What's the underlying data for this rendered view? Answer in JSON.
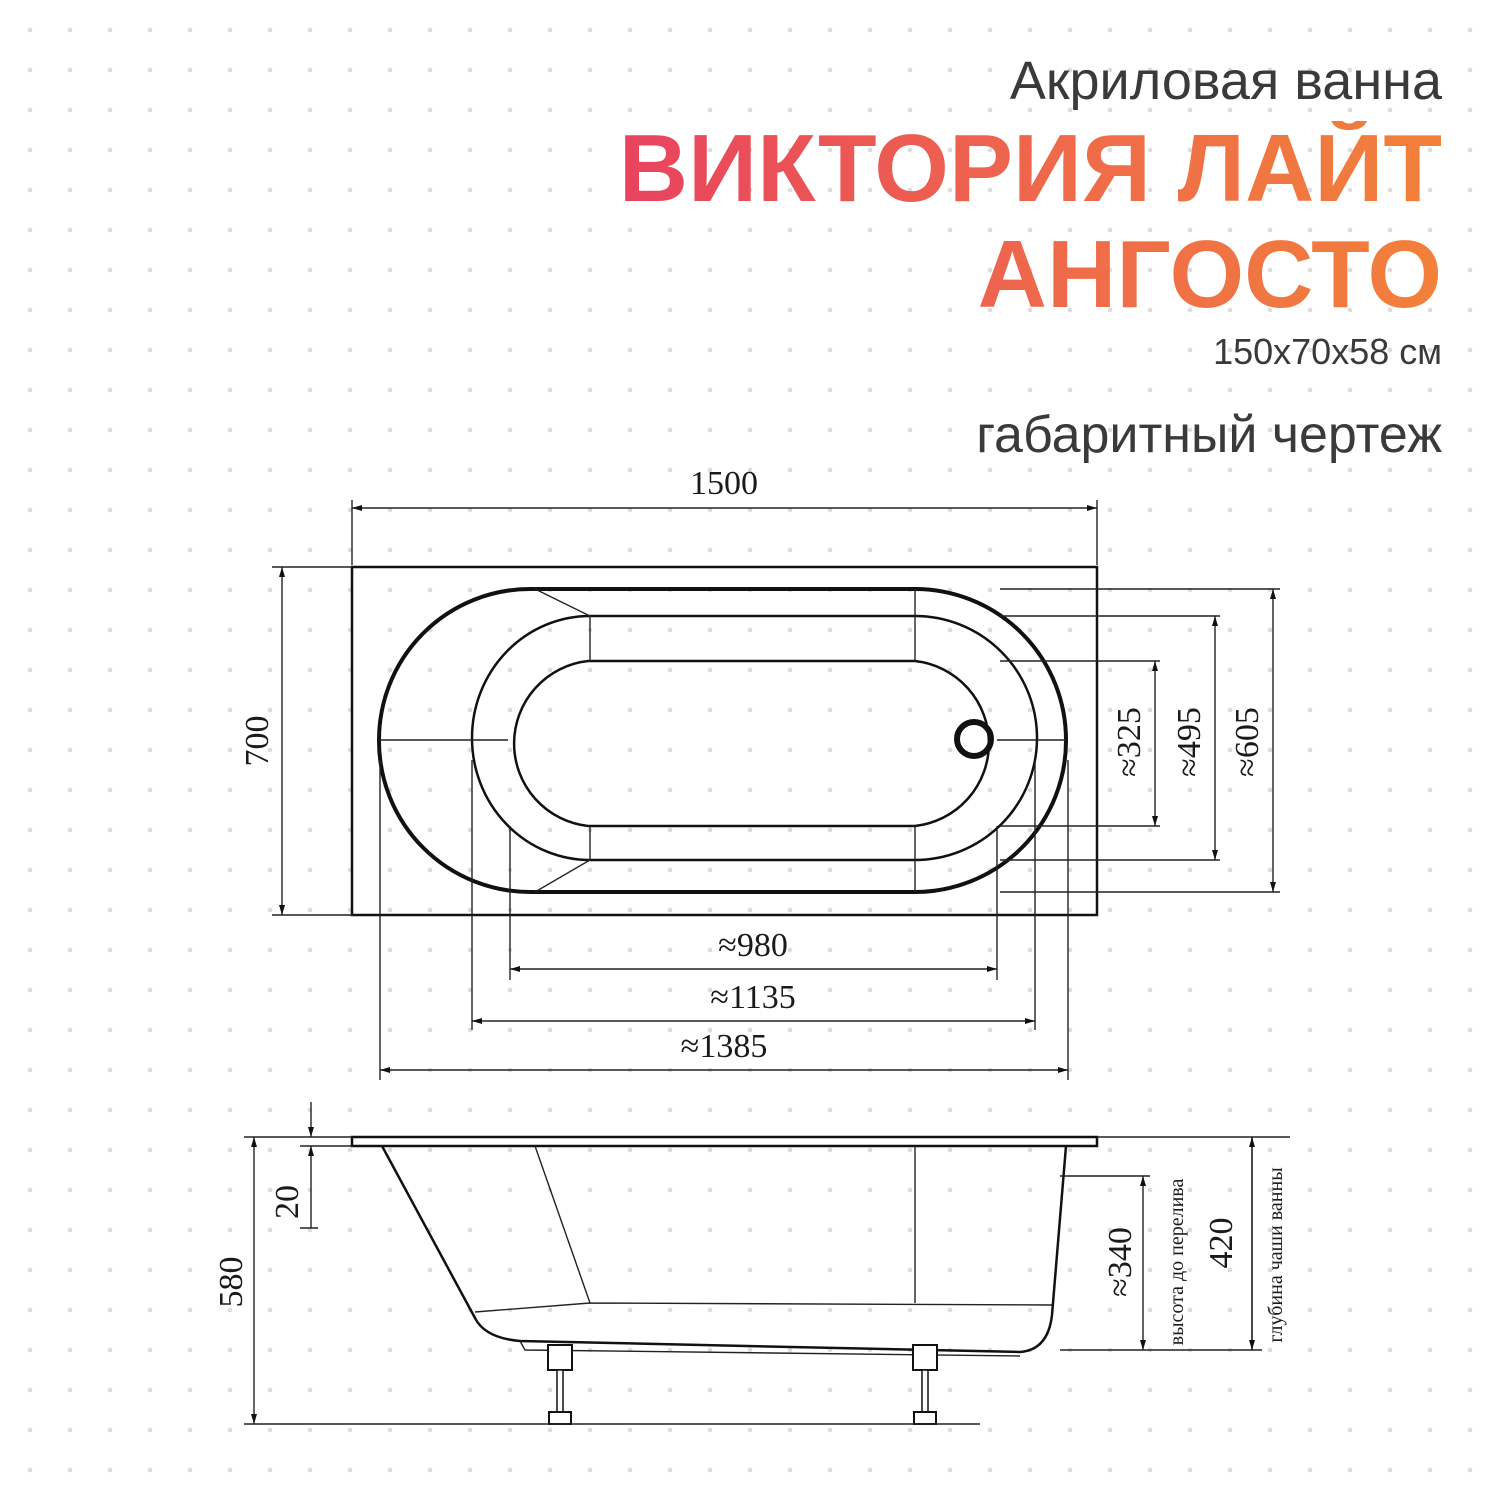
{
  "header": {
    "subtitle": "Акриловая ванна",
    "title_line1": "ВИКТОРИЯ ЛАЙТ",
    "title_line2": "АНГОСТО",
    "size": "150х70х58 см",
    "caption": "габаритный чертеж"
  },
  "colors": {
    "title_gradient_start": "#e8435f",
    "title_gradient_end": "#f2803a",
    "text": "#3a3a3a",
    "lines": "#111111"
  },
  "top_view": {
    "length": "1500",
    "width": "700",
    "bowl_inner_length": "≈980",
    "bowl_mid_length": "≈1135",
    "bowl_outer_length": "≈1385",
    "bottom_width": "≈325",
    "bowl_mid_width": "≈495",
    "bowl_outer_width": "≈605"
  },
  "side_view": {
    "rim_thickness": "20",
    "total_height": "580",
    "overflow_height": "≈340",
    "overflow_label": "высота до перелива",
    "bowl_depth": "420",
    "bowl_depth_label": "глубина чаши ванны"
  }
}
